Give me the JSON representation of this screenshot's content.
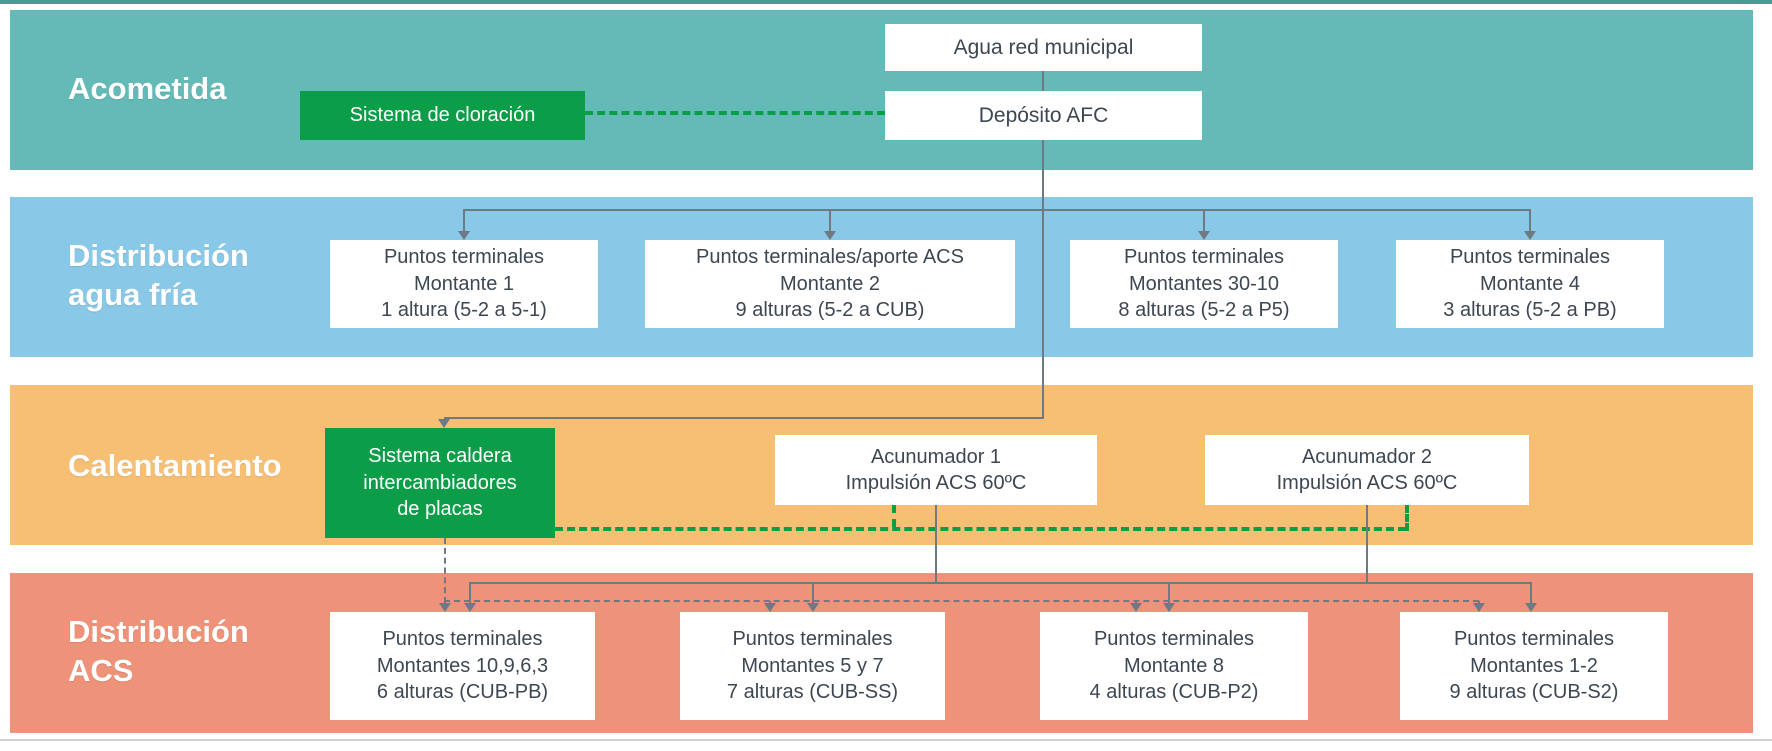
{
  "palette": {
    "band_acometida": "#64bab6",
    "band_agua_fria": "#8ac8e8",
    "band_calentamiento": "#f6bf74",
    "band_acs": "#ee937a",
    "accent_green": "#0c9d48",
    "connector_gray": "#6e7a82",
    "box_background": "#ffffff",
    "box_text": "#3d4752",
    "top_border": "#4a9a97",
    "bottom_border": "#cfd4d3"
  },
  "bands": [
    {
      "id": "acometida",
      "label": "Acometida"
    },
    {
      "id": "distribucion-agua-fria",
      "label_line1": "Distribución",
      "label_line2": "agua fría"
    },
    {
      "id": "calentamiento",
      "label": "Calentamiento"
    },
    {
      "id": "distribucion-acs",
      "label_line1": "Distribución",
      "label_line2": "ACS"
    }
  ],
  "nodes": {
    "agua_red_municipal": {
      "label": "Agua red municipal"
    },
    "deposito_afc": {
      "label": "Depósito AFC"
    },
    "sistema_cloracion": {
      "label": "Sistema de cloración"
    },
    "caldera": {
      "line1": "Sistema caldera",
      "line2": "intercambiadores",
      "line3": "de placas"
    },
    "acumulador_1": {
      "line1": "Acunumador 1",
      "line2": "Impulsión ACS 60ºC"
    },
    "acumulador_2": {
      "line1": "Acunumador 2",
      "line2": "Impulsión ACS 60ºC"
    },
    "agua_fria_boxes": [
      {
        "line1": "Puntos terminales",
        "line2": "Montante 1",
        "line3": "1 altura (5-2 a 5-1)"
      },
      {
        "line1": "Puntos terminales/aporte ACS",
        "line2": "Montante 2",
        "line3": "9 alturas (5-2 a CUB)"
      },
      {
        "line1": "Puntos terminales",
        "line2": "Montantes 30-10",
        "line3": "8 alturas (5-2 a P5)"
      },
      {
        "line1": "Puntos terminales",
        "line2": "Montante 4",
        "line3": "3 alturas (5-2 a PB)"
      }
    ],
    "acs_boxes": [
      {
        "line1": "Puntos terminales",
        "line2": "Montantes 10,9,6,3",
        "line3": "6 alturas (CUB-PB)"
      },
      {
        "line1": "Puntos terminales",
        "line2": "Montantes 5 y 7",
        "line3": "7 alturas (CUB-SS)"
      },
      {
        "line1": "Puntos terminales",
        "line2": "Montante 8",
        "line3": "4 alturas (CUB-P2)"
      },
      {
        "line1": "Puntos terminales",
        "line2": "Montantes 1-2",
        "line3": "9 alturas (CUB-S2)"
      }
    ]
  }
}
